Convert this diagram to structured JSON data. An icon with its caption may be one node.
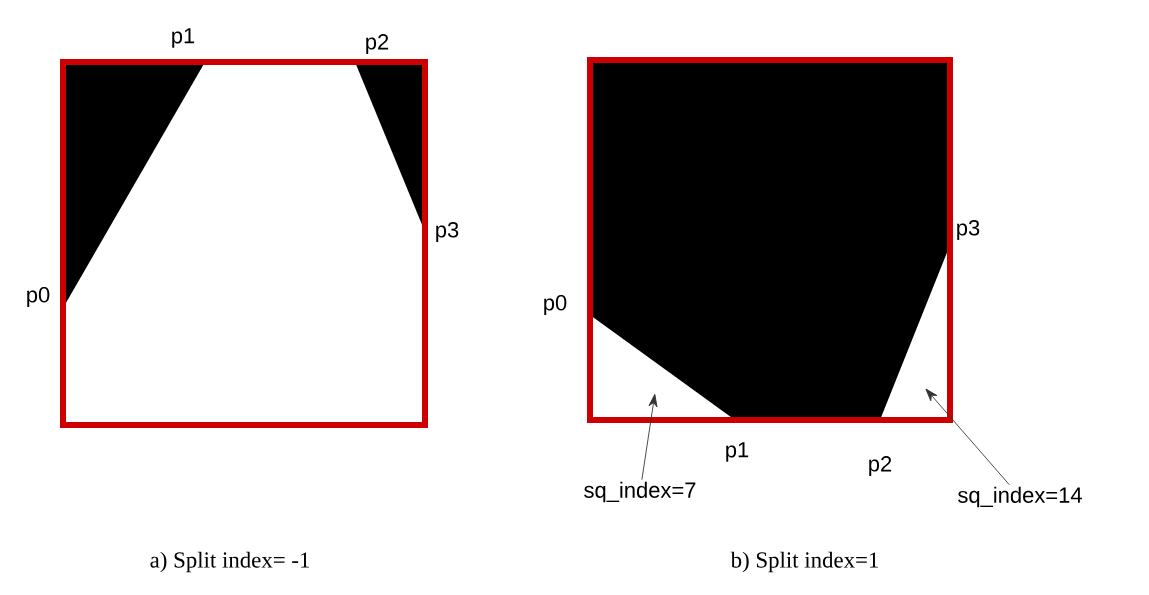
{
  "diagram": {
    "nodes": [
      {
        "text": [
          "sq_index=7"
        ]
      },
      {
        "text": [
          "sq_index=14"
        ]
      }
    ],
    "edges": [
      {
        "from": 0,
        "to": null,
        "arrow": "to"
      },
      {
        "from": 1,
        "to": null,
        "arrow": "to"
      }
    ],
    "labels": [
      "p1",
      "p2",
      "p0",
      "p3",
      "p3",
      "p0",
      "p1",
      "p2",
      "a) Split index= -1",
      "b) Split index=1"
    ]
  }
}
